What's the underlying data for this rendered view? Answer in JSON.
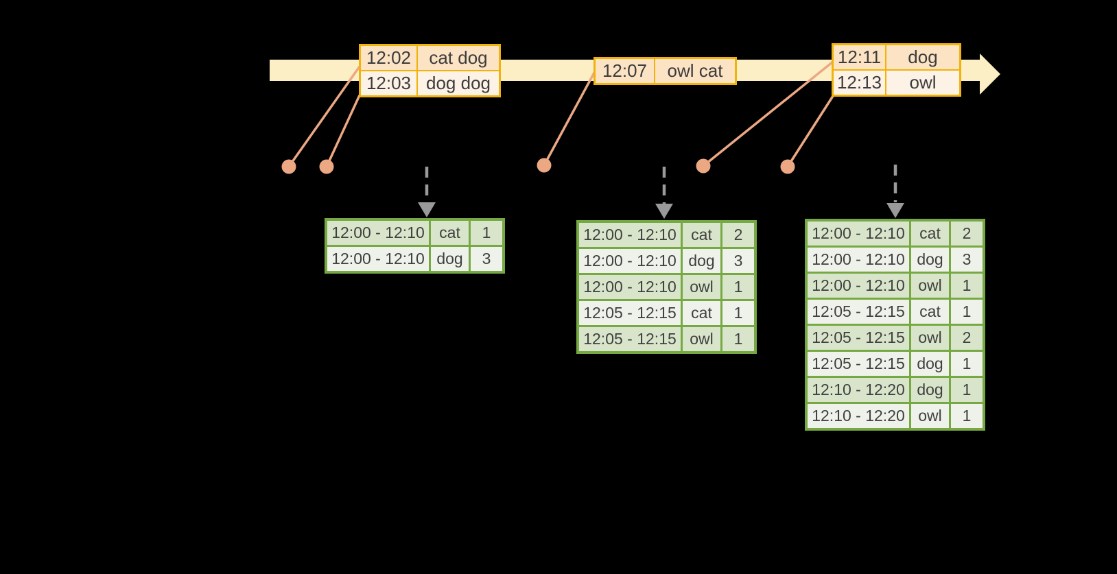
{
  "colors": {
    "background": "#000000",
    "timeline_band": "#FCEFC6",
    "event_table_border": "#F1B30A",
    "event_row_dark": "#FBE3C4",
    "event_row_light": "#FDF2E6",
    "connector_line": "#ECA883",
    "trigger_arrow_gray": "#9A9A9A",
    "result_table_border": "#76A943",
    "result_row_dark": "#D9E5CA",
    "result_row_light": "#EFF2EA",
    "table_text": "#3F3F3F"
  },
  "event_tables": [
    {
      "rows": [
        [
          "12:02",
          "cat dog"
        ],
        [
          "12:03",
          "dog dog"
        ]
      ]
    },
    {
      "rows": [
        [
          "12:07",
          "owl cat"
        ]
      ]
    },
    {
      "rows": [
        [
          "12:11",
          "dog"
        ],
        [
          "12:13",
          "owl"
        ]
      ]
    }
  ],
  "result_tables": [
    {
      "rows": [
        [
          "12:00 - 12:10",
          "cat",
          "1"
        ],
        [
          "12:00 - 12:10",
          "dog",
          "3"
        ]
      ]
    },
    {
      "rows": [
        [
          "12:00 - 12:10",
          "cat",
          "2"
        ],
        [
          "12:00 - 12:10",
          "dog",
          "3"
        ],
        [
          "12:00 - 12:10",
          "owl",
          "1"
        ],
        [
          "12:05 - 12:15",
          "cat",
          "1"
        ],
        [
          "12:05 - 12:15",
          "owl",
          "1"
        ]
      ]
    },
    {
      "rows": [
        [
          "12:00 - 12:10",
          "cat",
          "2"
        ],
        [
          "12:00 - 12:10",
          "dog",
          "3"
        ],
        [
          "12:00 - 12:10",
          "owl",
          "1"
        ],
        [
          "12:05 - 12:15",
          "cat",
          "1"
        ],
        [
          "12:05 - 12:15",
          "owl",
          "2"
        ],
        [
          "12:05 - 12:15",
          "dog",
          "1"
        ],
        [
          "12:10 - 12:20",
          "dog",
          "1"
        ],
        [
          "12:10 - 12:20",
          "owl",
          "1"
        ]
      ]
    }
  ]
}
